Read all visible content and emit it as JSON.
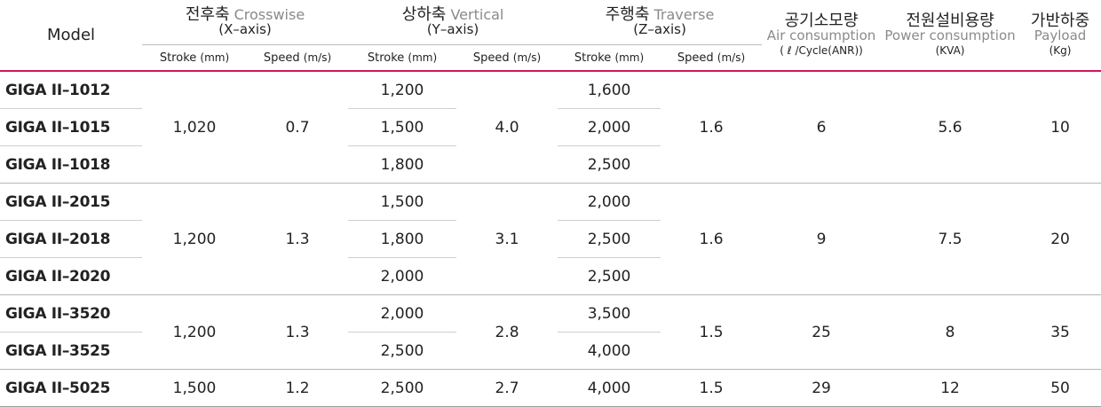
{
  "header": {
    "model": "Model",
    "x_axis": {
      "kr": "전후축",
      "en": "Crosswise",
      "sub": "(X–axis)"
    },
    "y_axis": {
      "kr": "상하축",
      "en": "Vertical",
      "sub": "(Y–axis)"
    },
    "z_axis": {
      "kr": "주행축",
      "en": "Traverse",
      "sub": "(Z–axis)"
    },
    "air": {
      "kr": "공기소모량",
      "en": "Air consumption",
      "unit": "( ℓ /Cycle(ANR))"
    },
    "power": {
      "kr": "전원설비용량",
      "en": "Power consumption",
      "unit": "(KVA)"
    },
    "payload": {
      "kr": "가반하중",
      "en": "Payload",
      "unit": "(Kg)"
    },
    "stroke_label": "Stroke",
    "stroke_unit": "(mm)",
    "speed_label": "Speed",
    "speed_unit": "(m/s)"
  },
  "groups": [
    {
      "x_stroke": "1,020",
      "x_speed": "0.7",
      "y_speed": "4.0",
      "z_speed": "1.6",
      "air": "6",
      "power": "5.6",
      "payload": "10",
      "rows": [
        {
          "model": "GIGA II–1012",
          "y_stroke": "1,200",
          "z_stroke": "1,600"
        },
        {
          "model": "GIGA II–1015",
          "y_stroke": "1,500",
          "z_stroke": "2,000"
        },
        {
          "model": "GIGA II–1018",
          "y_stroke": "1,800",
          "z_stroke": "2,500"
        }
      ]
    },
    {
      "x_stroke": "1,200",
      "x_speed": "1.3",
      "y_speed": "3.1",
      "z_speed": "1.6",
      "air": "9",
      "power": "7.5",
      "payload": "20",
      "rows": [
        {
          "model": "GIGA II–2015",
          "y_stroke": "1,500",
          "z_stroke": "2,000"
        },
        {
          "model": "GIGA II–2018",
          "y_stroke": "1,800",
          "z_stroke": "2,500"
        },
        {
          "model": "GIGA II–2020",
          "y_stroke": "2,000",
          "z_stroke": "2,500"
        }
      ]
    },
    {
      "x_stroke": "1,200",
      "x_speed": "1.3",
      "y_speed": "2.8",
      "z_speed": "1.5",
      "air": "25",
      "power": "8",
      "payload": "35",
      "rows": [
        {
          "model": "GIGA II–3520",
          "y_stroke": "2,000",
          "z_stroke": "3,500"
        },
        {
          "model": "GIGA II–3525",
          "y_stroke": "2,500",
          "z_stroke": "4,000"
        }
      ]
    },
    {
      "x_stroke": "1,500",
      "x_speed": "1.2",
      "y_speed": "2.7",
      "z_speed": "1.5",
      "air": "29",
      "power": "12",
      "payload": "50",
      "rows": [
        {
          "model": "GIGA II–5025",
          "y_stroke": "2,500",
          "z_stroke": "4,000"
        }
      ]
    }
  ]
}
